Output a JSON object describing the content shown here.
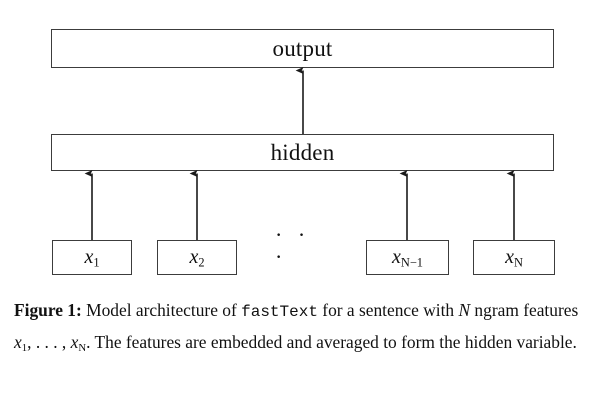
{
  "figure": {
    "diagram": {
      "output_layer": {
        "label": "output"
      },
      "hidden_layer": {
        "label": "hidden"
      },
      "ellipsis": "· · ·",
      "input_boxes": [
        {
          "base": "x",
          "sub": "1",
          "full": "x1"
        },
        {
          "base": "x",
          "sub": "2",
          "full": "x2"
        },
        {
          "base": "x",
          "sub": "N−1",
          "full": "xN−1"
        },
        {
          "base": "x",
          "sub": "N",
          "full": "xN"
        }
      ],
      "arrows": [
        {
          "name": "arrow-hidden-to-output",
          "from": "hidden",
          "to": "output"
        },
        {
          "name": "arrow-x1-to-hidden",
          "from": "x1",
          "to": "hidden"
        },
        {
          "name": "arrow-x2-to-hidden",
          "from": "x2",
          "to": "hidden"
        },
        {
          "name": "arrow-xn-1-to-hidden",
          "from": "xN−1",
          "to": "hidden"
        },
        {
          "name": "arrow-xn-to-hidden",
          "from": "xN",
          "to": "hidden"
        }
      ]
    },
    "caption": {
      "prefix": "Figure 1:",
      "segment_1": " Model architecture of ",
      "mono_term": "fastText",
      "segment_2": " for a sentence with ",
      "math_n": "N",
      "segment_3": " ngram features ",
      "math_x1_base": "x",
      "math_x1_sub": "1",
      "segment_4": ", . . . , ",
      "math_xn_base": "x",
      "math_xn_sub": "N",
      "segment_5": ". The features are embedded and averaged to form the hidden variable."
    }
  },
  "colors": {
    "background": "#ffffff",
    "box_border": "#3c3c3c",
    "text": "#111111",
    "arrow": "#1a1a1a"
  }
}
